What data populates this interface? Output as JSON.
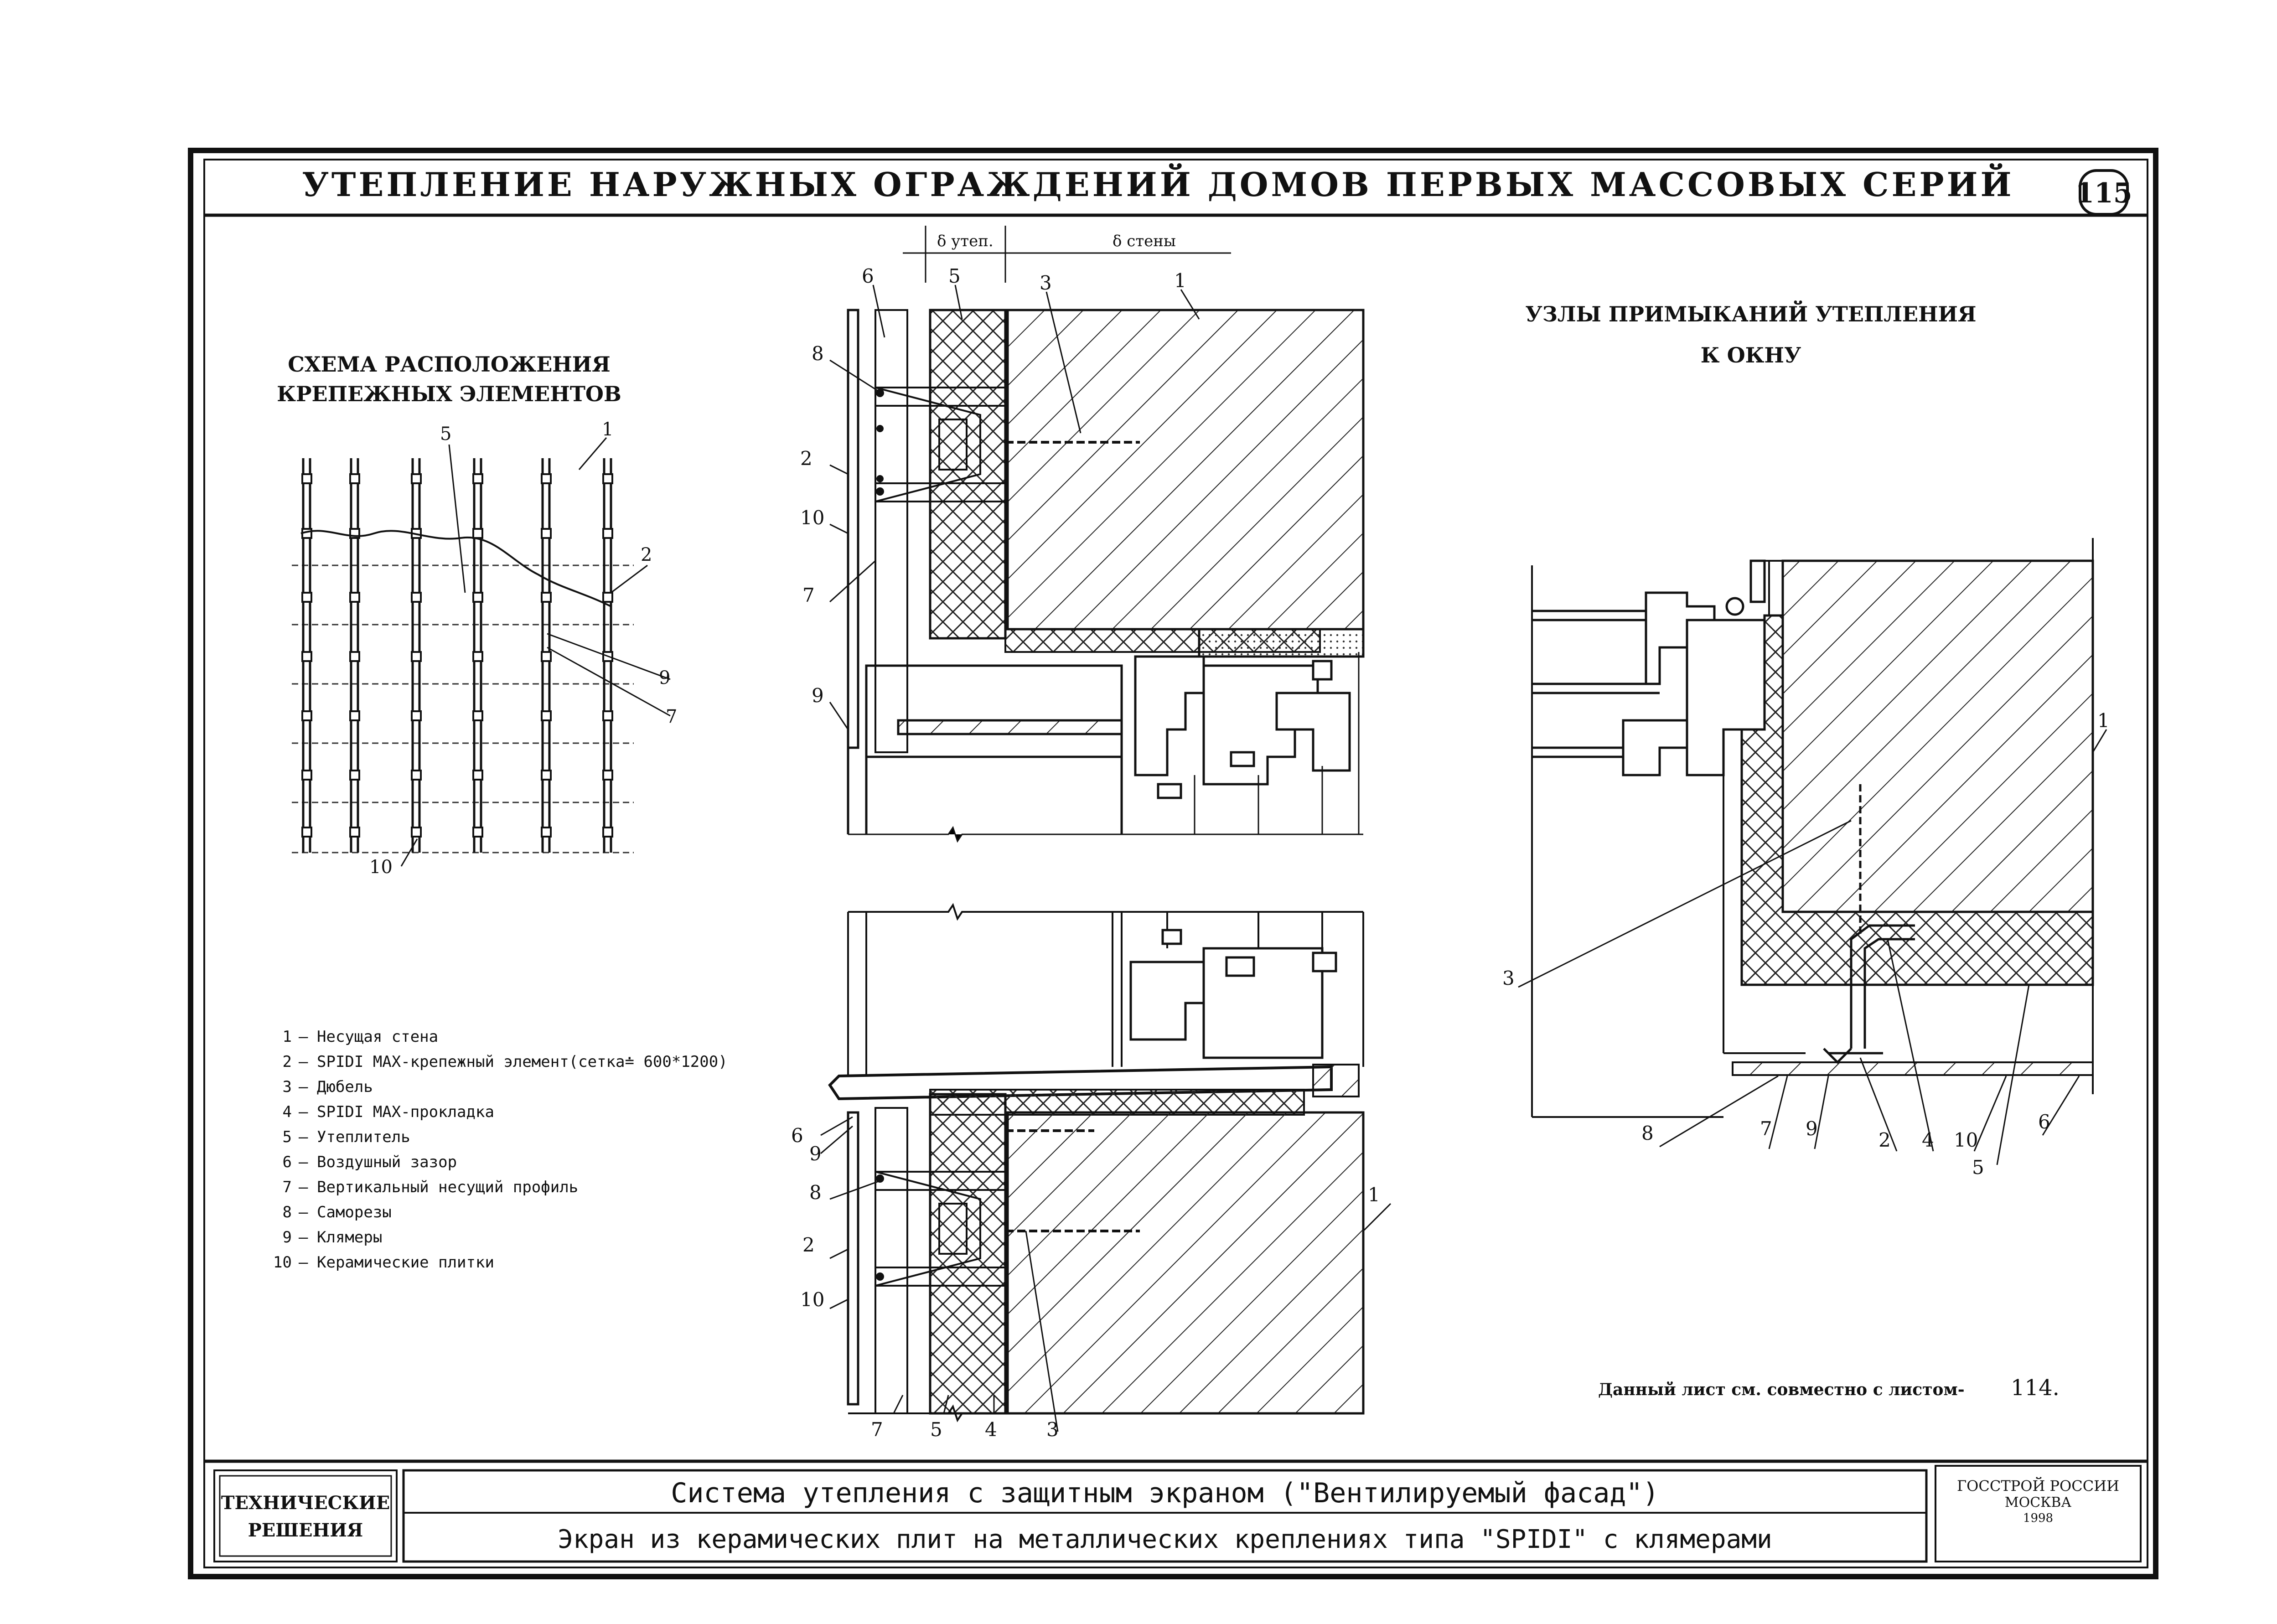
{
  "header": {
    "title": "УТЕПЛЕНИЕ НАРУЖНЫХ ОГРАЖДЕНИЙ ДОМОВ ПЕРВЫХ МАССОВЫХ СЕРИЙ",
    "sheet_number": "115"
  },
  "scheme": {
    "title_line1": "СХЕМА РАСПОЛОЖЕНИЯ",
    "title_line2": "КРЕПЕЖНЫХ ЭЛЕМЕНТОВ",
    "labels": [
      "5",
      "1",
      "2",
      "9",
      "7",
      "10"
    ]
  },
  "section_top": {
    "dim_insulation": "δ утеп.",
    "dim_wall": "δ стены",
    "labels": [
      "6",
      "5",
      "3",
      "1",
      "8",
      "2",
      "10",
      "7",
      "9"
    ]
  },
  "section_bottom": {
    "labels": [
      "6",
      "9",
      "8",
      "2",
      "10",
      "7",
      "5",
      "4",
      "3",
      "1"
    ]
  },
  "window_node": {
    "title_line1": "УЗЛЫ ПРИМЫКАНИЙ УТЕПЛЕНИЯ",
    "title_line2": "К ОКНУ",
    "labels": [
      "1",
      "3",
      "8",
      "7",
      "9",
      "2",
      "4",
      "10",
      "6",
      "5"
    ]
  },
  "legend": [
    {
      "num": "1",
      "text": "Несущая стена"
    },
    {
      "num": "2",
      "text": "SPIDI MAX-крепежный элемент(сетка≐ 600*1200)"
    },
    {
      "num": "3",
      "text": "Дюбель"
    },
    {
      "num": "4",
      "text": "SPIDI MAX-прокладка"
    },
    {
      "num": "5",
      "text": "Утеплитель"
    },
    {
      "num": "6",
      "text": "Воздушный зазор"
    },
    {
      "num": "7",
      "text": "Вертикальный несущий профиль"
    },
    {
      "num": "8",
      "text": "Саморезы"
    },
    {
      "num": "9",
      "text": "Клямеры"
    },
    {
      "num": "10",
      "text": "Керамические плитки"
    }
  ],
  "note": {
    "text": "Данный лист см. совместно с листом-",
    "sheet_ref": "114."
  },
  "title_block": {
    "category_line1": "ТЕХНИЧЕСКИЕ",
    "category_line2": "РЕШЕНИЯ",
    "row1": "Система утепления с защитным экраном (\"Вентилируемый фасад\")",
    "row2": "Экран из керамических плит на металлических креплениях типа \"SPIDI\" с клямерами",
    "org_line1": "ГОССТРОЙ РОССИИ",
    "org_line2": "МОСКВА",
    "org_line3": "1998"
  }
}
